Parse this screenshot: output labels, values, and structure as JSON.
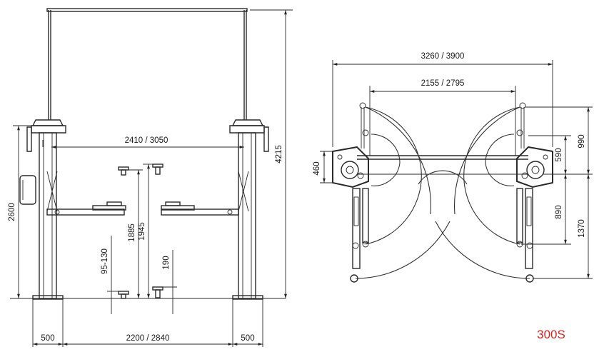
{
  "model_label": "300S",
  "front_view": {
    "dims": {
      "overhead_height": "4215",
      "column_height": "2600",
      "column_spacing": "2410 / 3050",
      "inner_width": "2200 / 2840",
      "left_margin": "500",
      "right_margin": "500",
      "max_pad_height": "1885",
      "max_lift_height": "1945",
      "min_pad_height": "95-130",
      "min_height": "190"
    }
  },
  "top_view": {
    "dims": {
      "overall_width": "3260 / 3900",
      "inner_width": "2155 / 2795",
      "base_depth": "460",
      "arm_reach_rear": "990",
      "arm_offset_rear": "590",
      "arm_offset_front": "890",
      "arm_reach_front": "1370"
    }
  }
}
